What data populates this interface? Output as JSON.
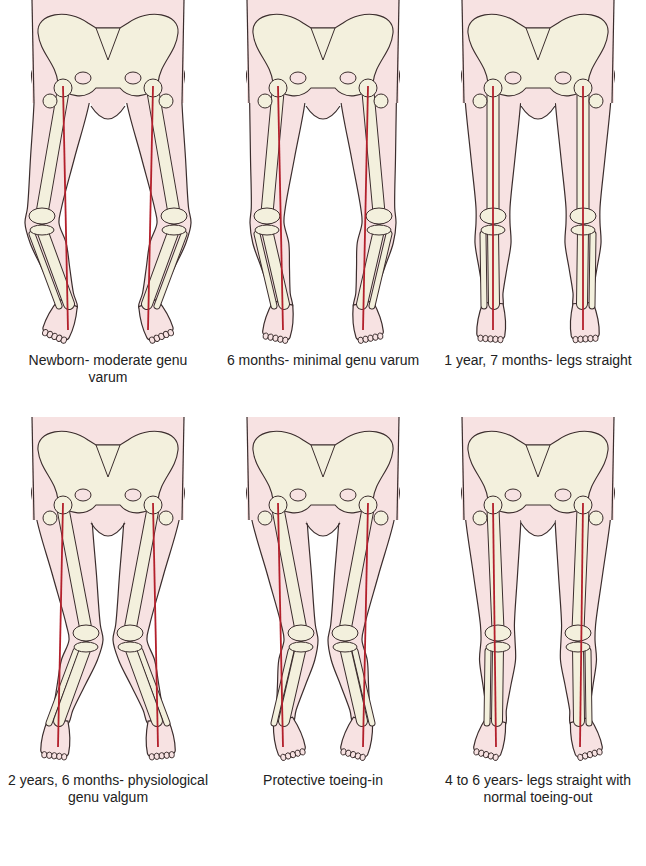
{
  "diagram": {
    "labels": [
      "Newborn- moderate genu varum",
      "6 months- minimal genu varum",
      "1 year, 7 months- legs straight",
      "2 years, 6 months- physiological genu valgum",
      "Protective toeing-in",
      "4 to 6 years- legs straight with normal toeing-out"
    ]
  }
}
